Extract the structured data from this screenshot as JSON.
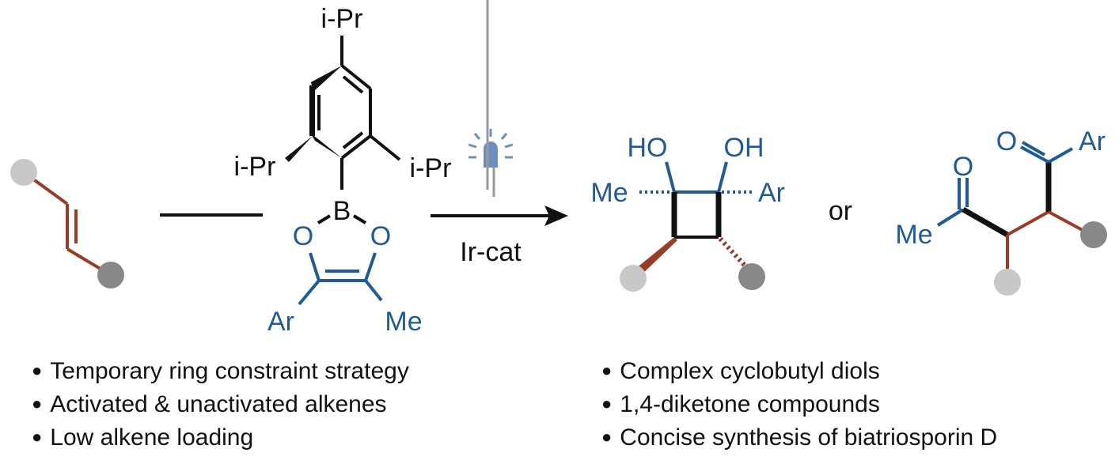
{
  "colors": {
    "blue": "#1f5b99",
    "red_bond": "#9b3a25",
    "light_dot": "#c8c8c8",
    "dark_dot": "#888888",
    "bulb": "#6d8fc0"
  },
  "reagent": {
    "ipr_top": "i-Pr",
    "ipr_left": "i-Pr",
    "ipr_right": "i-Pr",
    "boron": "B",
    "o_left": "O",
    "o_right": "O",
    "ar": "Ar",
    "me": "Me"
  },
  "arrow": {
    "catalyst": "Ir-cat",
    "light_icon": "led-bulb-icon"
  },
  "product1": {
    "ho": "HO",
    "oh": "OH",
    "me": "Me",
    "ar": "Ar"
  },
  "or_label": "or",
  "product2": {
    "o1": "O",
    "o2": "O",
    "me": "Me",
    "ar": "Ar"
  },
  "left_bullets": [
    "Temporary ring constraint strategy",
    "Activated & unactivated alkenes",
    "Low alkene loading"
  ],
  "right_bullets": [
    "Complex cyclobutyl diols",
    "1,4-diketone compounds",
    "Concise synthesis of biatriosporin D"
  ]
}
